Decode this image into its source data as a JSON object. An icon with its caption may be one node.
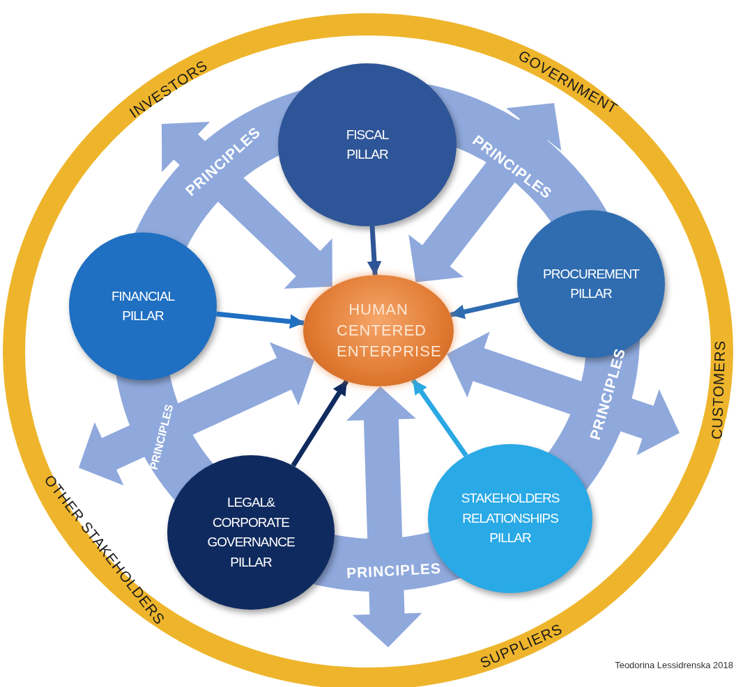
{
  "diagram": {
    "nodes": [
      {
        "text": [
          "HUMAN CENTERED ENTERPRISE"
        ]
      },
      {
        "text": [
          "FISCAL PILLAR"
        ]
      },
      {
        "text": [
          "FINANCIAL PILLAR"
        ]
      },
      {
        "text": [
          "PROCUREMENT PILLAR"
        ]
      },
      {
        "text": [
          "LEGAL& CORPORATE GOVERNANCE PILLAR"
        ]
      },
      {
        "text": [
          "STAKEHOLDERS RELATIONSHIPS PILLAR"
        ]
      },
      {
        "text": [
          "INVESTORS"
        ]
      },
      {
        "text": [
          "GOVERNMENT"
        ]
      },
      {
        "text": [
          "CUSTOMERS"
        ]
      },
      {
        "text": [
          "SUPPLIERS"
        ]
      },
      {
        "text": [
          "OTHER STAKEHOLDERS"
        ]
      }
    ],
    "edges": [
      {
        "from": 1,
        "to": 0,
        "arrow": "to",
        "color": "#2e5597"
      },
      {
        "from": 2,
        "to": 0,
        "arrow": "to",
        "color": "#1f6fc2"
      },
      {
        "from": 3,
        "to": 0,
        "arrow": "to",
        "color": "#2f6cb0"
      },
      {
        "from": 4,
        "to": 0,
        "arrow": "to",
        "color": "#0f2a5e"
      },
      {
        "from": 5,
        "to": 0,
        "arrow": "to",
        "color": "#2aa8e4"
      },
      {
        "from": 0,
        "to": 6,
        "arrow": "both",
        "style": "thick",
        "color": "#8fa9dc"
      },
      {
        "from": 0,
        "to": 7,
        "arrow": "both",
        "style": "thick",
        "color": "#8fa9dc"
      },
      {
        "from": 0,
        "to": 8,
        "arrow": "both",
        "style": "thick",
        "color": "#8fa9dc"
      },
      {
        "from": 0,
        "to": 9,
        "arrow": "both",
        "style": "thick",
        "color": "#8fa9dc"
      },
      {
        "from": 0,
        "to": 10,
        "arrow": "both",
        "style": "thick",
        "color": "#8fa9dc"
      }
    ],
    "labels": [
      "PRINCIPLES",
      "PRINCIPLES",
      "PRINCIPLES",
      "PRINCIPLES",
      "PRINCIPLES",
      "Teodorina Lessidrenska 2018"
    ]
  }
}
